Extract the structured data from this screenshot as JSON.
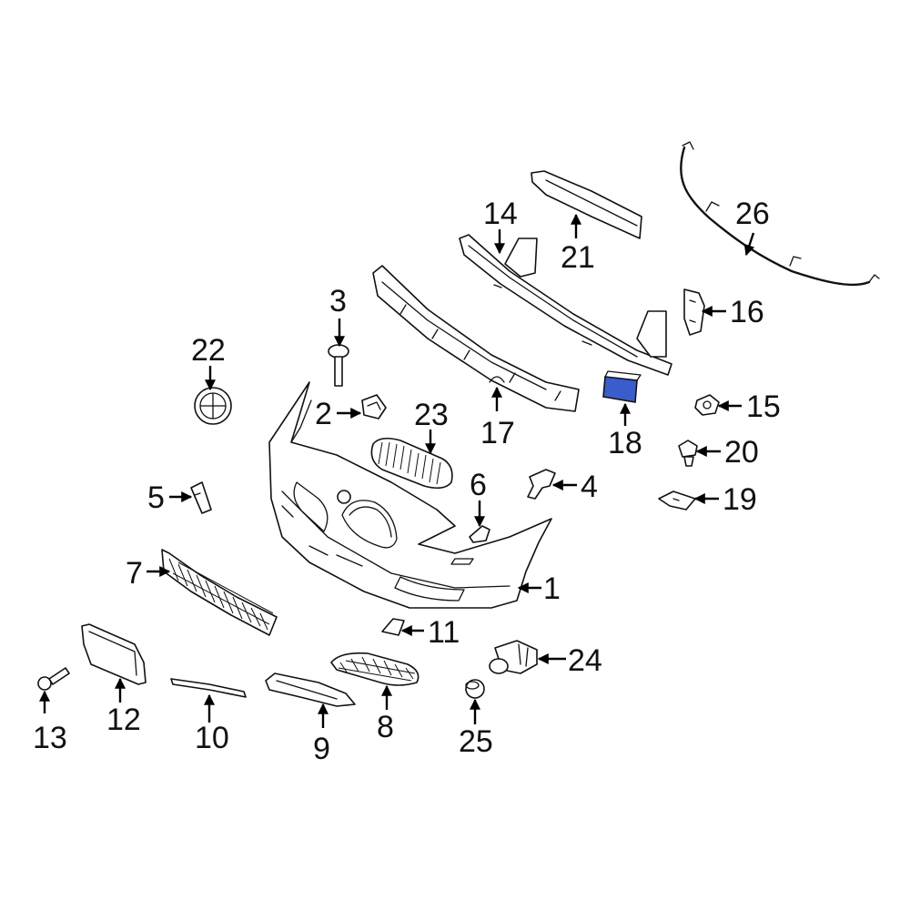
{
  "diagram": {
    "highlight_color": "#3b5ccc",
    "highlighted_part": "18",
    "callouts": {
      "p1": "1",
      "p2": "2",
      "p3": "3",
      "p4": "4",
      "p5": "5",
      "p6": "6",
      "p7": "7",
      "p8": "8",
      "p9": "9",
      "p10": "10",
      "p11": "11",
      "p12": "12",
      "p13": "13",
      "p14": "14",
      "p15": "15",
      "p16": "16",
      "p17": "17",
      "p18": "18",
      "p19": "19",
      "p20": "20",
      "p21": "21",
      "p22": "22",
      "p23": "23",
      "p24": "24",
      "p25": "25",
      "p26": "26"
    }
  }
}
